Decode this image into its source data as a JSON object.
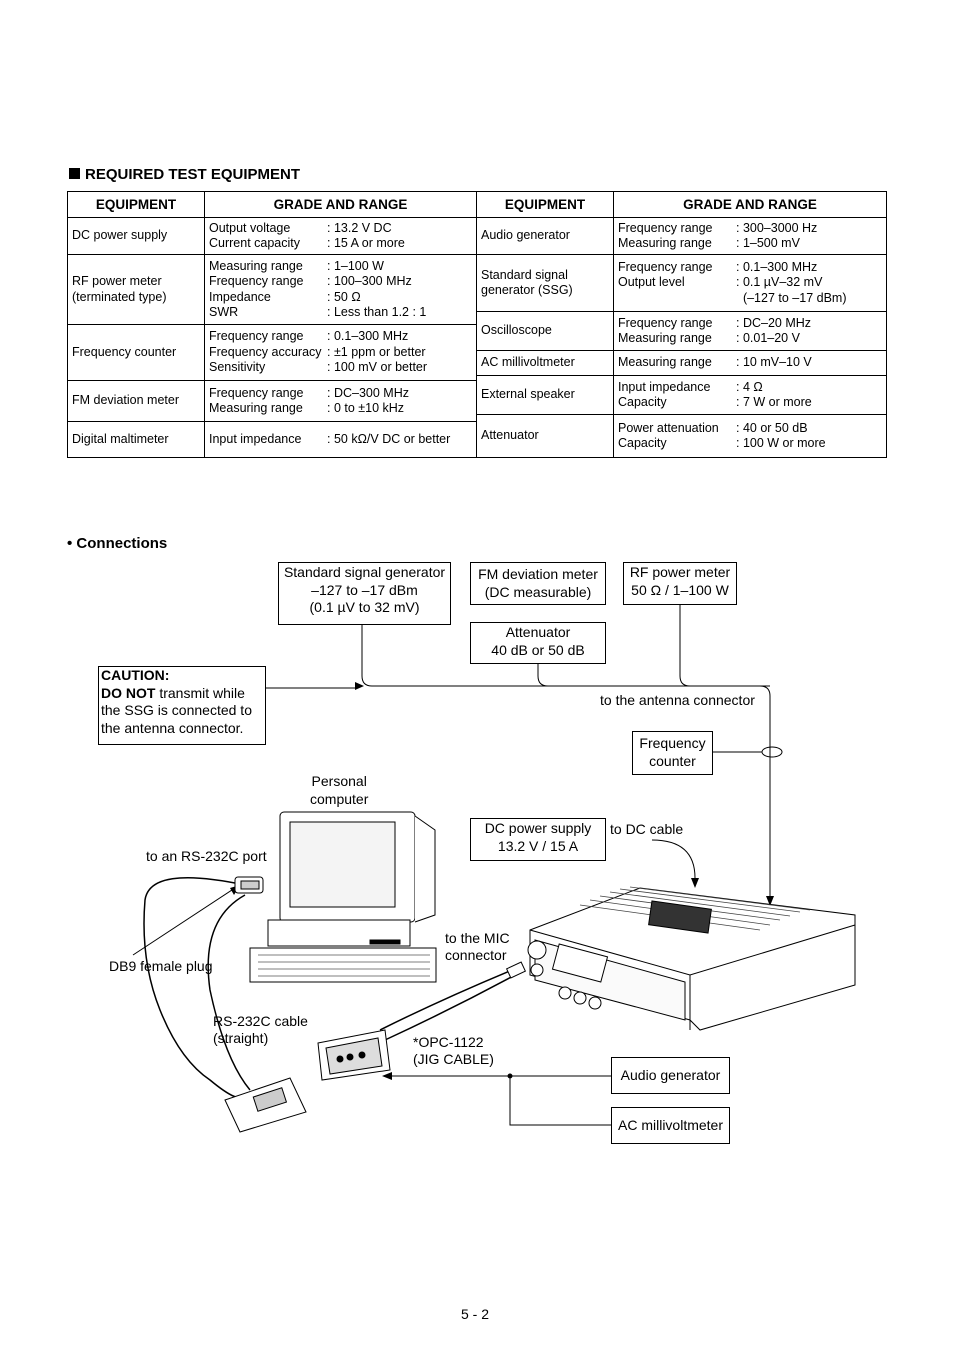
{
  "heading": "REQUIRED TEST EQUIPMENT",
  "table_header": {
    "equipment": "EQUIPMENT",
    "grade": "GRADE AND RANGE"
  },
  "left_rows": [
    {
      "name": "DC power supply",
      "specs": [
        [
          "Output voltage",
          ": 13.2 V DC"
        ],
        [
          "Current capacity",
          ": 15 A or more"
        ]
      ]
    },
    {
      "name": "RF power meter\n(terminated type)",
      "specs": [
        [
          "Measuring range",
          ": 1–100 W"
        ],
        [
          "Frequency range",
          ": 100–300 MHz"
        ],
        [
          "Impedance",
          ": 50 Ω"
        ],
        [
          "SWR",
          ": Less than 1.2 : 1"
        ]
      ]
    },
    {
      "name": "Frequency counter",
      "specs": [
        [
          "Frequency range",
          ": 0.1–300 MHz"
        ],
        [
          "Frequency accuracy",
          ": ±1 ppm or better"
        ],
        [
          "Sensitivity",
          ": 100 mV or better"
        ]
      ]
    },
    {
      "name": "FM deviation meter",
      "specs": [
        [
          "Frequency range",
          ": DC–300 MHz"
        ],
        [
          "Measuring range",
          ": 0 to ±10 kHz"
        ]
      ]
    },
    {
      "name": "Digital maltimeter",
      "specs": [
        [
          "Input impedance",
          ": 50 kΩ/V DC or better"
        ]
      ]
    }
  ],
  "right_rows": [
    {
      "name": "Audio generator",
      "specs": [
        [
          "Frequency range",
          ": 300–3000 Hz"
        ],
        [
          "Measuring range",
          ": 1–500 mV"
        ]
      ]
    },
    {
      "name": "Standard signal\ngenerator (SSG)",
      "specs": [
        [
          "Frequency range",
          ": 0.1–300 MHz"
        ],
        [
          "Output level",
          ": 0.1 µV–32 mV"
        ],
        [
          "",
          "  (–127 to –17 dBm)"
        ]
      ]
    },
    {
      "name": "Oscilloscope",
      "specs": [
        [
          "Frequency range",
          ": DC–20 MHz"
        ],
        [
          "Measuring range",
          ": 0.01–20 V"
        ]
      ]
    },
    {
      "name": "AC millivoltmeter",
      "specs": [
        [
          "Measuring range",
          ": 10 mV–10 V"
        ]
      ]
    },
    {
      "name": "External speaker",
      "specs": [
        [
          "Input impedance",
          ": 4 Ω"
        ],
        [
          "Capacity",
          ": 7 W or more"
        ]
      ]
    },
    {
      "name": "Attenuator",
      "specs": [
        [
          "Power attenuation",
          ": 40 or 50 dB"
        ],
        [
          "Capacity",
          ": 100 W or more"
        ]
      ]
    }
  ],
  "connections_heading": "• Connections",
  "diagram": {
    "ssg": "Standard signal generator\n–127 to –17 dBm\n(0.1 µV to 32 mV)",
    "fm_dev": "FM deviation meter\n(DC measurable)",
    "rf_meter": "RF power meter\n50 Ω / 1–100 W",
    "attenuator": "Attenuator\n40 dB or 50 dB",
    "caution_title": "CAUTION:",
    "caution_bold": "DO NOT",
    "caution_text1": " transmit while",
    "caution_text2": "the SSG is connected to\nthe antenna connector.",
    "to_antenna": "to the antenna connector",
    "freq_counter": "Frequency\ncounter",
    "pc": "Personal\ncomputer",
    "dc_supply": "DC power supply\n13.2 V / 15 A",
    "to_dc": "to DC cable",
    "rs232_port": "to an RS-232C port",
    "db9": "DB9 female plug",
    "mic": "to the MIC\nconnector",
    "rs232_cable": "RS-232C cable\n(straight)",
    "opc": "*OPC-1122\n(JIG CABLE)",
    "audio_gen": "Audio generator",
    "ac_mv": "AC millivoltmeter"
  },
  "page_number": "5 - 2"
}
